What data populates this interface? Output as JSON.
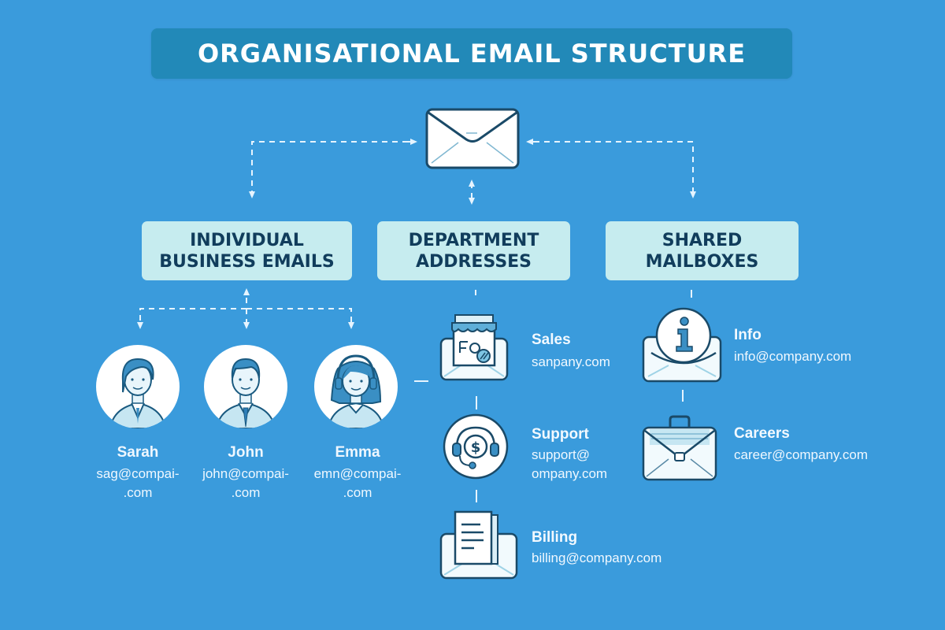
{
  "title": "ORGANISATIONAL EMAIL STRUCTURE",
  "colors": {
    "background": "#3a9bdc",
    "title_bar": "#2289b8",
    "category_box": "#c6ecef",
    "category_text": "#113d5c",
    "icon_stroke": "#1a4a68",
    "icon_fill": "#ffffff",
    "connector": "#e6f4ff"
  },
  "root": {
    "icon": "envelope-icon"
  },
  "categories": [
    {
      "id": "individual",
      "line1": "INDIVIDUAL",
      "line2": "BUSINESS EMAILS"
    },
    {
      "id": "department",
      "line1": "DEPARTMENT",
      "line2": "ADDRESSES"
    },
    {
      "id": "shared",
      "line1": "SHARED",
      "line2": "MAILBOXES"
    }
  ],
  "individuals": [
    {
      "name": "Sarah",
      "email_line1": "sag@compai-",
      "email_line2": ".com",
      "icon": "woman-avatar-icon"
    },
    {
      "name": "John",
      "email_line1": "john@compai-",
      "email_line2": ".com",
      "icon": "man-avatar-icon"
    },
    {
      "name": "Emma",
      "email_line1": "emn@compai-",
      "email_line2": ".com",
      "icon": "headset-woman-avatar-icon"
    }
  ],
  "departments": [
    {
      "label": "Sales",
      "email_line1": "sanpany.com",
      "email_line2": "",
      "icon": "storefront-envelope-icon"
    },
    {
      "label": "Support",
      "email_line1": "support@",
      "email_line2": "ompany.com",
      "icon": "headset-dollar-icon"
    },
    {
      "label": "Billing",
      "email_line1": "billing@company.com",
      "email_line2": "",
      "icon": "document-envelope-icon"
    }
  ],
  "shared": [
    {
      "label": "Info",
      "email_line1": "info@company.com",
      "icon": "info-envelope-icon"
    },
    {
      "label": "Careers",
      "email_line1": "career@company.com",
      "icon": "briefcase-envelope-icon"
    }
  ]
}
